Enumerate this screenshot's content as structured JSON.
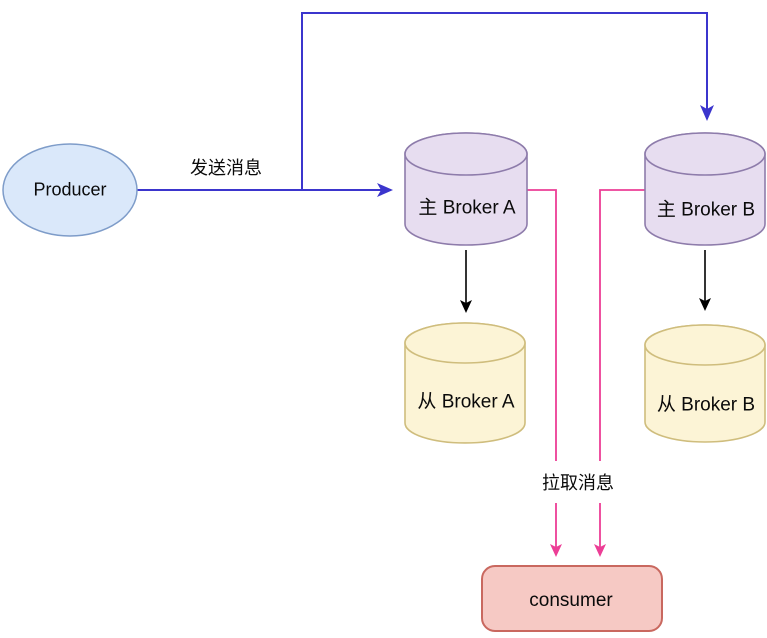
{
  "diagram": {
    "title": "message-queue-master-slave-broker-diagram"
  },
  "colors": {
    "edge_blue": "#3B35CD",
    "edge_pink": "#EC3E96",
    "edge_black": "#000000",
    "producer_fill": "#DAE8FA",
    "producer_stroke": "#7E9CC9",
    "master_broker_fill": "#E7DDF0",
    "master_broker_stroke": "#8E7CAB",
    "slave_broker_fill": "#FCF4D6",
    "slave_broker_stroke": "#CFBD7D",
    "consumer_fill": "#F6C9C4",
    "consumer_stroke": "#C9685F"
  },
  "nodes": {
    "producer": {
      "label": "Producer"
    },
    "master_broker_a": {
      "label": "主 Broker A"
    },
    "master_broker_b": {
      "label": "主 Broker B"
    },
    "slave_broker_a": {
      "label": "从 Broker A"
    },
    "slave_broker_b": {
      "label": "从 Broker B"
    },
    "consumer": {
      "label": "consumer"
    }
  },
  "edges": {
    "send_label": "发送消息",
    "pull_label": "拉取消息"
  }
}
